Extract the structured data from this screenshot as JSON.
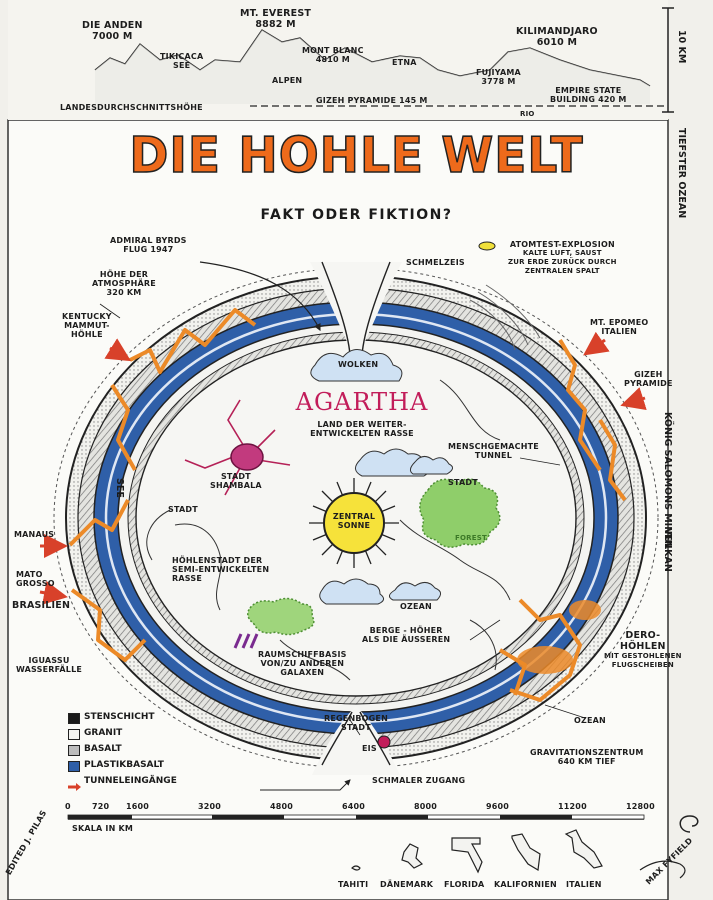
{
  "header": {
    "mountains": [
      {
        "name": "Die Anden",
        "height": "7000 M"
      },
      {
        "name": "Mt. Everest",
        "height": "8882 M"
      },
      {
        "name": "Kilimandjaro",
        "height": "6010 M"
      },
      {
        "name": "Tikicaca",
        "height": "See"
      },
      {
        "name": "Mont Blanc",
        "height": "4810 M"
      },
      {
        "name": "Etna",
        "height": ""
      },
      {
        "name": "Alpen",
        "height": ""
      },
      {
        "name": "Fujiyama",
        "height": "3778 M"
      },
      {
        "name": "Empire State",
        "height": "Building 420 M"
      },
      {
        "name": "Gizeh Pyramide 145 M",
        "height": ""
      },
      {
        "name": "Rio",
        "height": ""
      }
    ],
    "baseline_label": "Landesdurchschnittshöhe",
    "scale_label": "10 KM",
    "ocean_label": "Tiefster Ozean"
  },
  "title": "DIE HOHLE WELT",
  "subtitle": "FAKT ODER FIKTION?",
  "center": {
    "name": "AGARTHA",
    "description_1": "Land der Weiter-",
    "description_2": "entwickelten Rasse",
    "sun_1": "Zentral",
    "sun_2": "Sonne"
  },
  "labels": {
    "admiral_1": "Admiral Byrds",
    "admiral_2": "Flug 1947",
    "atmo_1": "Höhe der",
    "atmo_2": "Atmosphäre",
    "atmo_3": "320 KM",
    "kentucky_1": "Kentucky",
    "kentucky_2": "Mammut-",
    "kentucky_3": "Höhle",
    "manaus": "Manaus",
    "mato_1": "Mato",
    "mato_2": "Grosso",
    "brasilien": "Brasilien",
    "iguassu_1": "Iguassu",
    "iguassu_2": "Wasserfälle",
    "see": "See",
    "schmelzeis": "Schmelzeis",
    "atomtest_1": "Atomtest-Explosion",
    "atomtest_2": "Kalte Luft, saust",
    "atomtest_3": "zur Erde zurück durch",
    "atomtest_4": "zentralen Spalt",
    "epomeo_1": "Mt. Epomeo",
    "epomeo_2": "Italien",
    "gizeh_1": "Gizeh",
    "gizeh_2": "Pyramide",
    "salomons": "König Salomons Minen",
    "vulkan": "Vulkan",
    "wolken": "Wolken",
    "tunnel_1": "Menschgemachte",
    "tunnel_2": "Tunnel",
    "stadt_right": "Stadt",
    "forest": "Forest",
    "shambala_1": "Stadt",
    "shambala_2": "Shambala",
    "stadt_left": "Stadt",
    "hoehlen_1": "Höhlenstadt der",
    "hoehlen_2": "Semi-Entwickelten",
    "hoehlen_3": "Rasse",
    "ozean_inner": "Ozean",
    "berge_1": "Berge - Höher",
    "berge_2": "als die Äusseren",
    "raum_1": "Raumschiffbasis",
    "raum_2": "von/zu anderen",
    "raum_3": "Galaxen",
    "dero_1": "Dero-",
    "dero_2": "Höhlen",
    "dero_3": "mit gestohlenen",
    "dero_4": "Flugscheiben",
    "ozean_outer": "Ozean",
    "regen_1": "Regenbogen",
    "regen_2": "Stadt",
    "eis": "Eis",
    "schmal": "Schmaler Zugang",
    "grav_1": "Gravitationszentrum",
    "grav_2": "640 KM tief"
  },
  "legend": [
    {
      "label": "Stenschicht",
      "color": "#1a1a1a"
    },
    {
      "label": "Granit",
      "color": "#f4f4f1"
    },
    {
      "label": "Basalt",
      "color": "#bdbdbd"
    },
    {
      "label": "Plastikbasalt",
      "color": "#2f5fa8"
    },
    {
      "label": "Tunneleingänge",
      "color": "#d8412a"
    }
  ],
  "scale": {
    "ticks": [
      "0",
      "720",
      "1600",
      "3200",
      "4800",
      "6400",
      "8000",
      "9600",
      "11200",
      "12800"
    ],
    "unit": "Skala in KM"
  },
  "countries": [
    "Tahiti",
    "Dänemark",
    "Florida",
    "Kalifornien",
    "Italien"
  ],
  "credits": {
    "left": "Edited J. Pilas",
    "right": "Max Fyfield"
  },
  "colors": {
    "title": "#ee6a1b",
    "agartha": "#c21d5a",
    "crust_blue": "#2f5fa8",
    "tunnel_orange": "#ec8a28",
    "sun": "#f6e23a",
    "forest": "#8fce6a",
    "clouds": "#cfe1f3"
  }
}
